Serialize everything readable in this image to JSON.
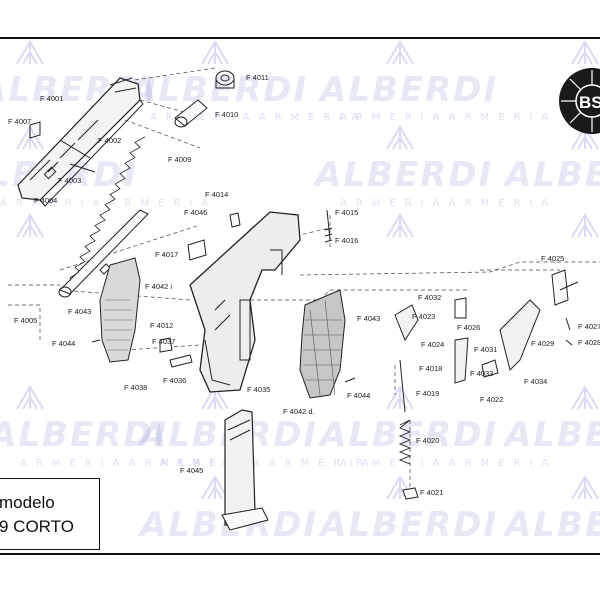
{
  "watermark": {
    "brand": "ALBERDI",
    "subtitle": "ARMERIAARMERIA"
  },
  "logo": {
    "text": "BST"
  },
  "model_box": {
    "title": "modelo",
    "name": "9 CORTO"
  },
  "parts": {
    "p4001": "F 4001",
    "p4002": "F 4002",
    "p4003": "F 4003",
    "p4004": "F 4004",
    "p4005": "F 4005",
    "p4007": "F 4007",
    "p4009": "F 4009",
    "p4010": "F 4010",
    "p4011": "F 4011",
    "p4012": "F 4012",
    "p4014": "F 4014",
    "p4015": "F 4015",
    "p4016": "F 4016",
    "p4017": "F 4017",
    "p4018": "F 4018",
    "p4019": "F 4019",
    "p4020": "F 4020",
    "p4021": "F 4021",
    "p4022": "F 4022",
    "p4023": "F 4023",
    "p4024": "F 4024",
    "p4025": "F 4025",
    "p4026": "F 4026",
    "p4027": "F 4027",
    "p4028": "F 4028",
    "p4029": "F 4029",
    "p4031": "F 4031",
    "p4032": "F 4032",
    "p4033": "F 4033",
    "p4034": "F 4034",
    "p4035": "F 4035",
    "p4036": "F 4036",
    "p4037": "F 4037",
    "p4038": "F 4038",
    "p4042i": "F 4042 i",
    "p4042d": "F 4042 d.",
    "p4043a": "F 4043",
    "p4043b": "F 4043",
    "p4044a": "F 4044",
    "p4044b": "F 4044",
    "p4045": "F 4045",
    "p4046": "F 4046"
  },
  "colors": {
    "watermark": "#6e78c8",
    "line": "#222222",
    "frame": "#111111"
  }
}
